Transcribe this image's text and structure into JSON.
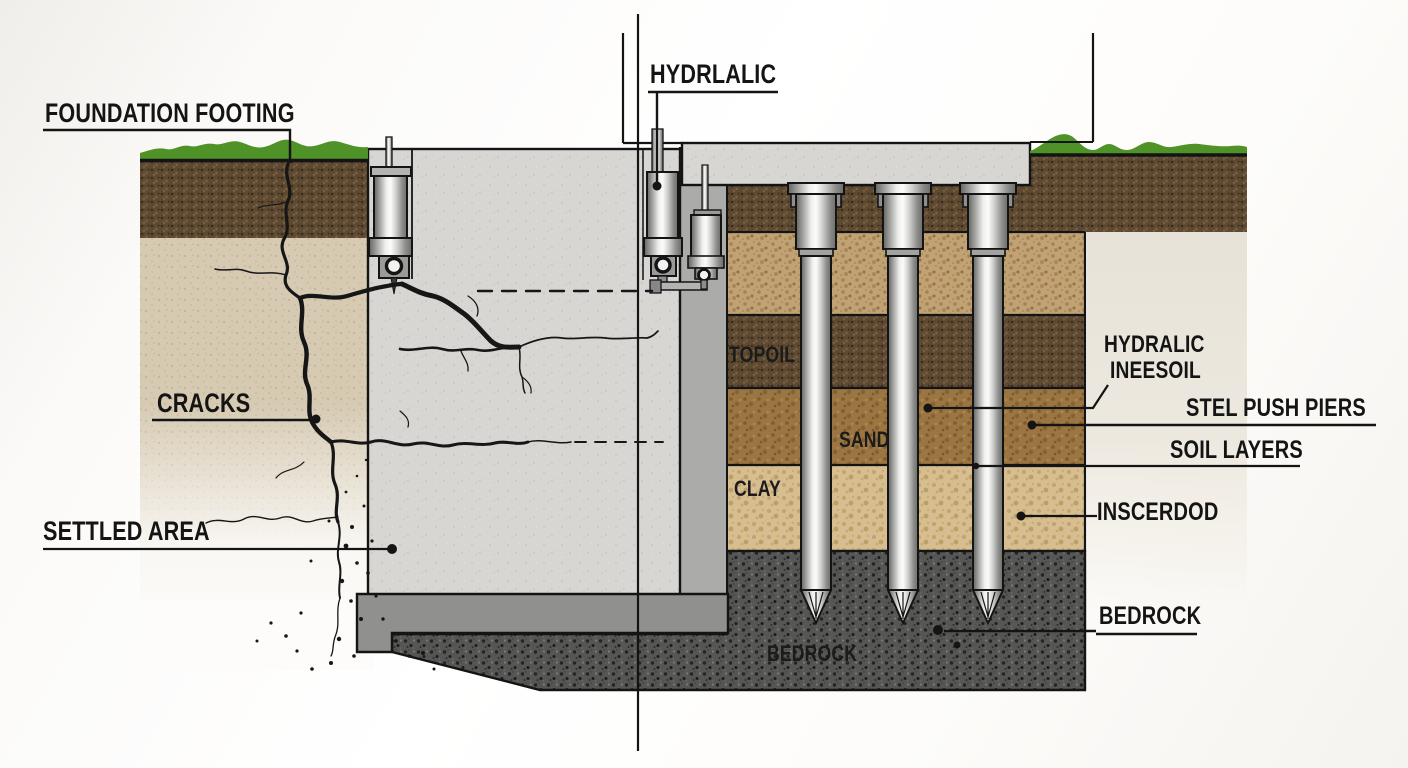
{
  "diagram": {
    "annotations": {
      "foundation_footing": "FOUNDATION FOOTING",
      "hydraulic_top": "HYDRLALIC",
      "cracks": "CRACKS",
      "settled_area": "SETTLED AREA",
      "hydraulic_right_line1": "HYDRALIC",
      "hydraulic_right_line2": "INEESOIL",
      "steel_push_piers": "STEL PUSH PIERS",
      "soil_layers": "SOIL LAYERS",
      "inserted": "INSCERDOD",
      "bedrock": "BEDROCK"
    },
    "layer_labels": {
      "topsoil": "TOPOIL",
      "sand": "SAND",
      "clay": "CLAY",
      "bedrock": "BEDROCK"
    },
    "colors": {
      "grass_green": "#4f9227",
      "topsoil_brown": "#5e4a33",
      "subsoil_tan": "#c0a274",
      "sand_brown": "#9b7642",
      "clay_tan": "#d7be90",
      "bedrock_gray": "#565654",
      "concrete_light": "#d7d6d3",
      "concrete_mid": "#ababa9",
      "footing_gray": "#90908e",
      "steel_silver": "#efefed",
      "outline_black": "#141414",
      "backdrop_cream": "#e7e2d8"
    }
  }
}
